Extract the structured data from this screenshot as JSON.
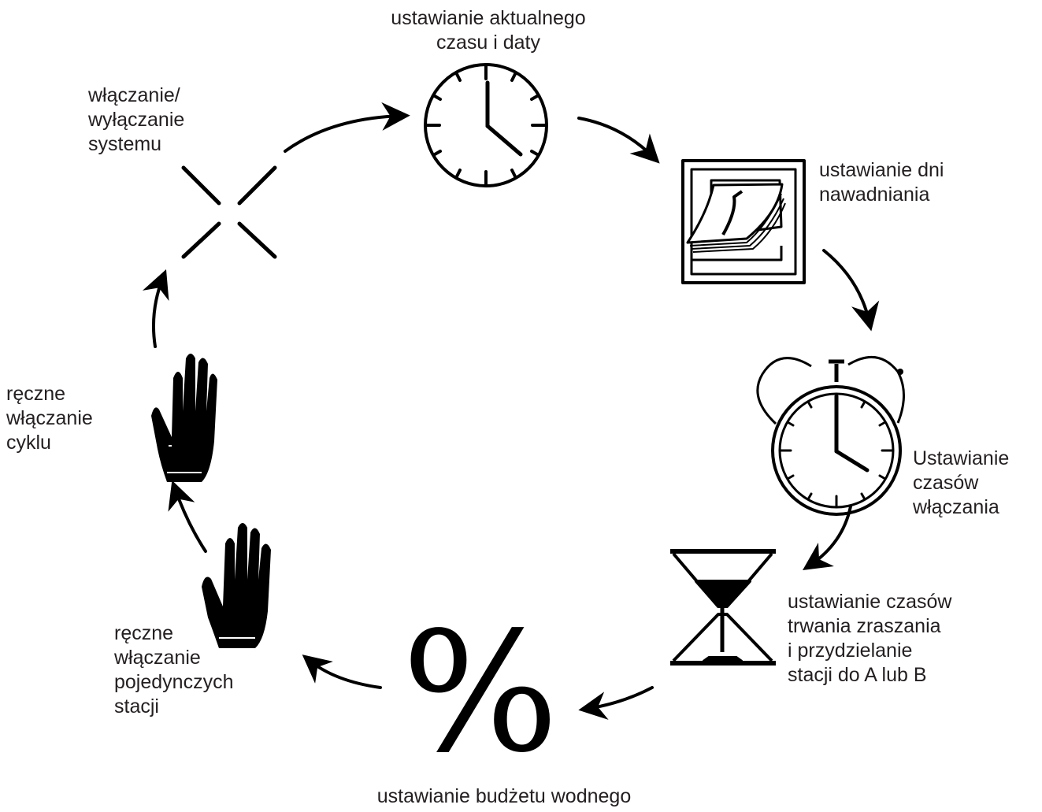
{
  "labels": {
    "clock": "ustawianie aktualnego\nczasu i daty",
    "calendar": "ustawianie dni\nnawadniania",
    "alarm": "Ustawianie\nczasów\nwłączania",
    "hourglass": "ustawianie czasów\ntrwania zraszania\ni przydzielanie\nstacji do A lub B",
    "percent": "ustawianie budżetu wodnego",
    "hand_small": "ręczne\nwłączanie\npojedynczych\nstacji",
    "hand_large": "ręczne\nwłączanie\ncyklu",
    "off": "włączanie/\nwyłączanie\nsystemu"
  },
  "symbols": {
    "percent": "%"
  },
  "icons": {
    "clock": "clock-icon",
    "calendar": "calendar-icon",
    "alarm": "alarm-clock-icon",
    "hourglass": "hourglass-icon",
    "percent": "percent-icon",
    "hand_small": "hand-icon",
    "hand_large": "hand-icon",
    "off": "x-off-icon"
  }
}
